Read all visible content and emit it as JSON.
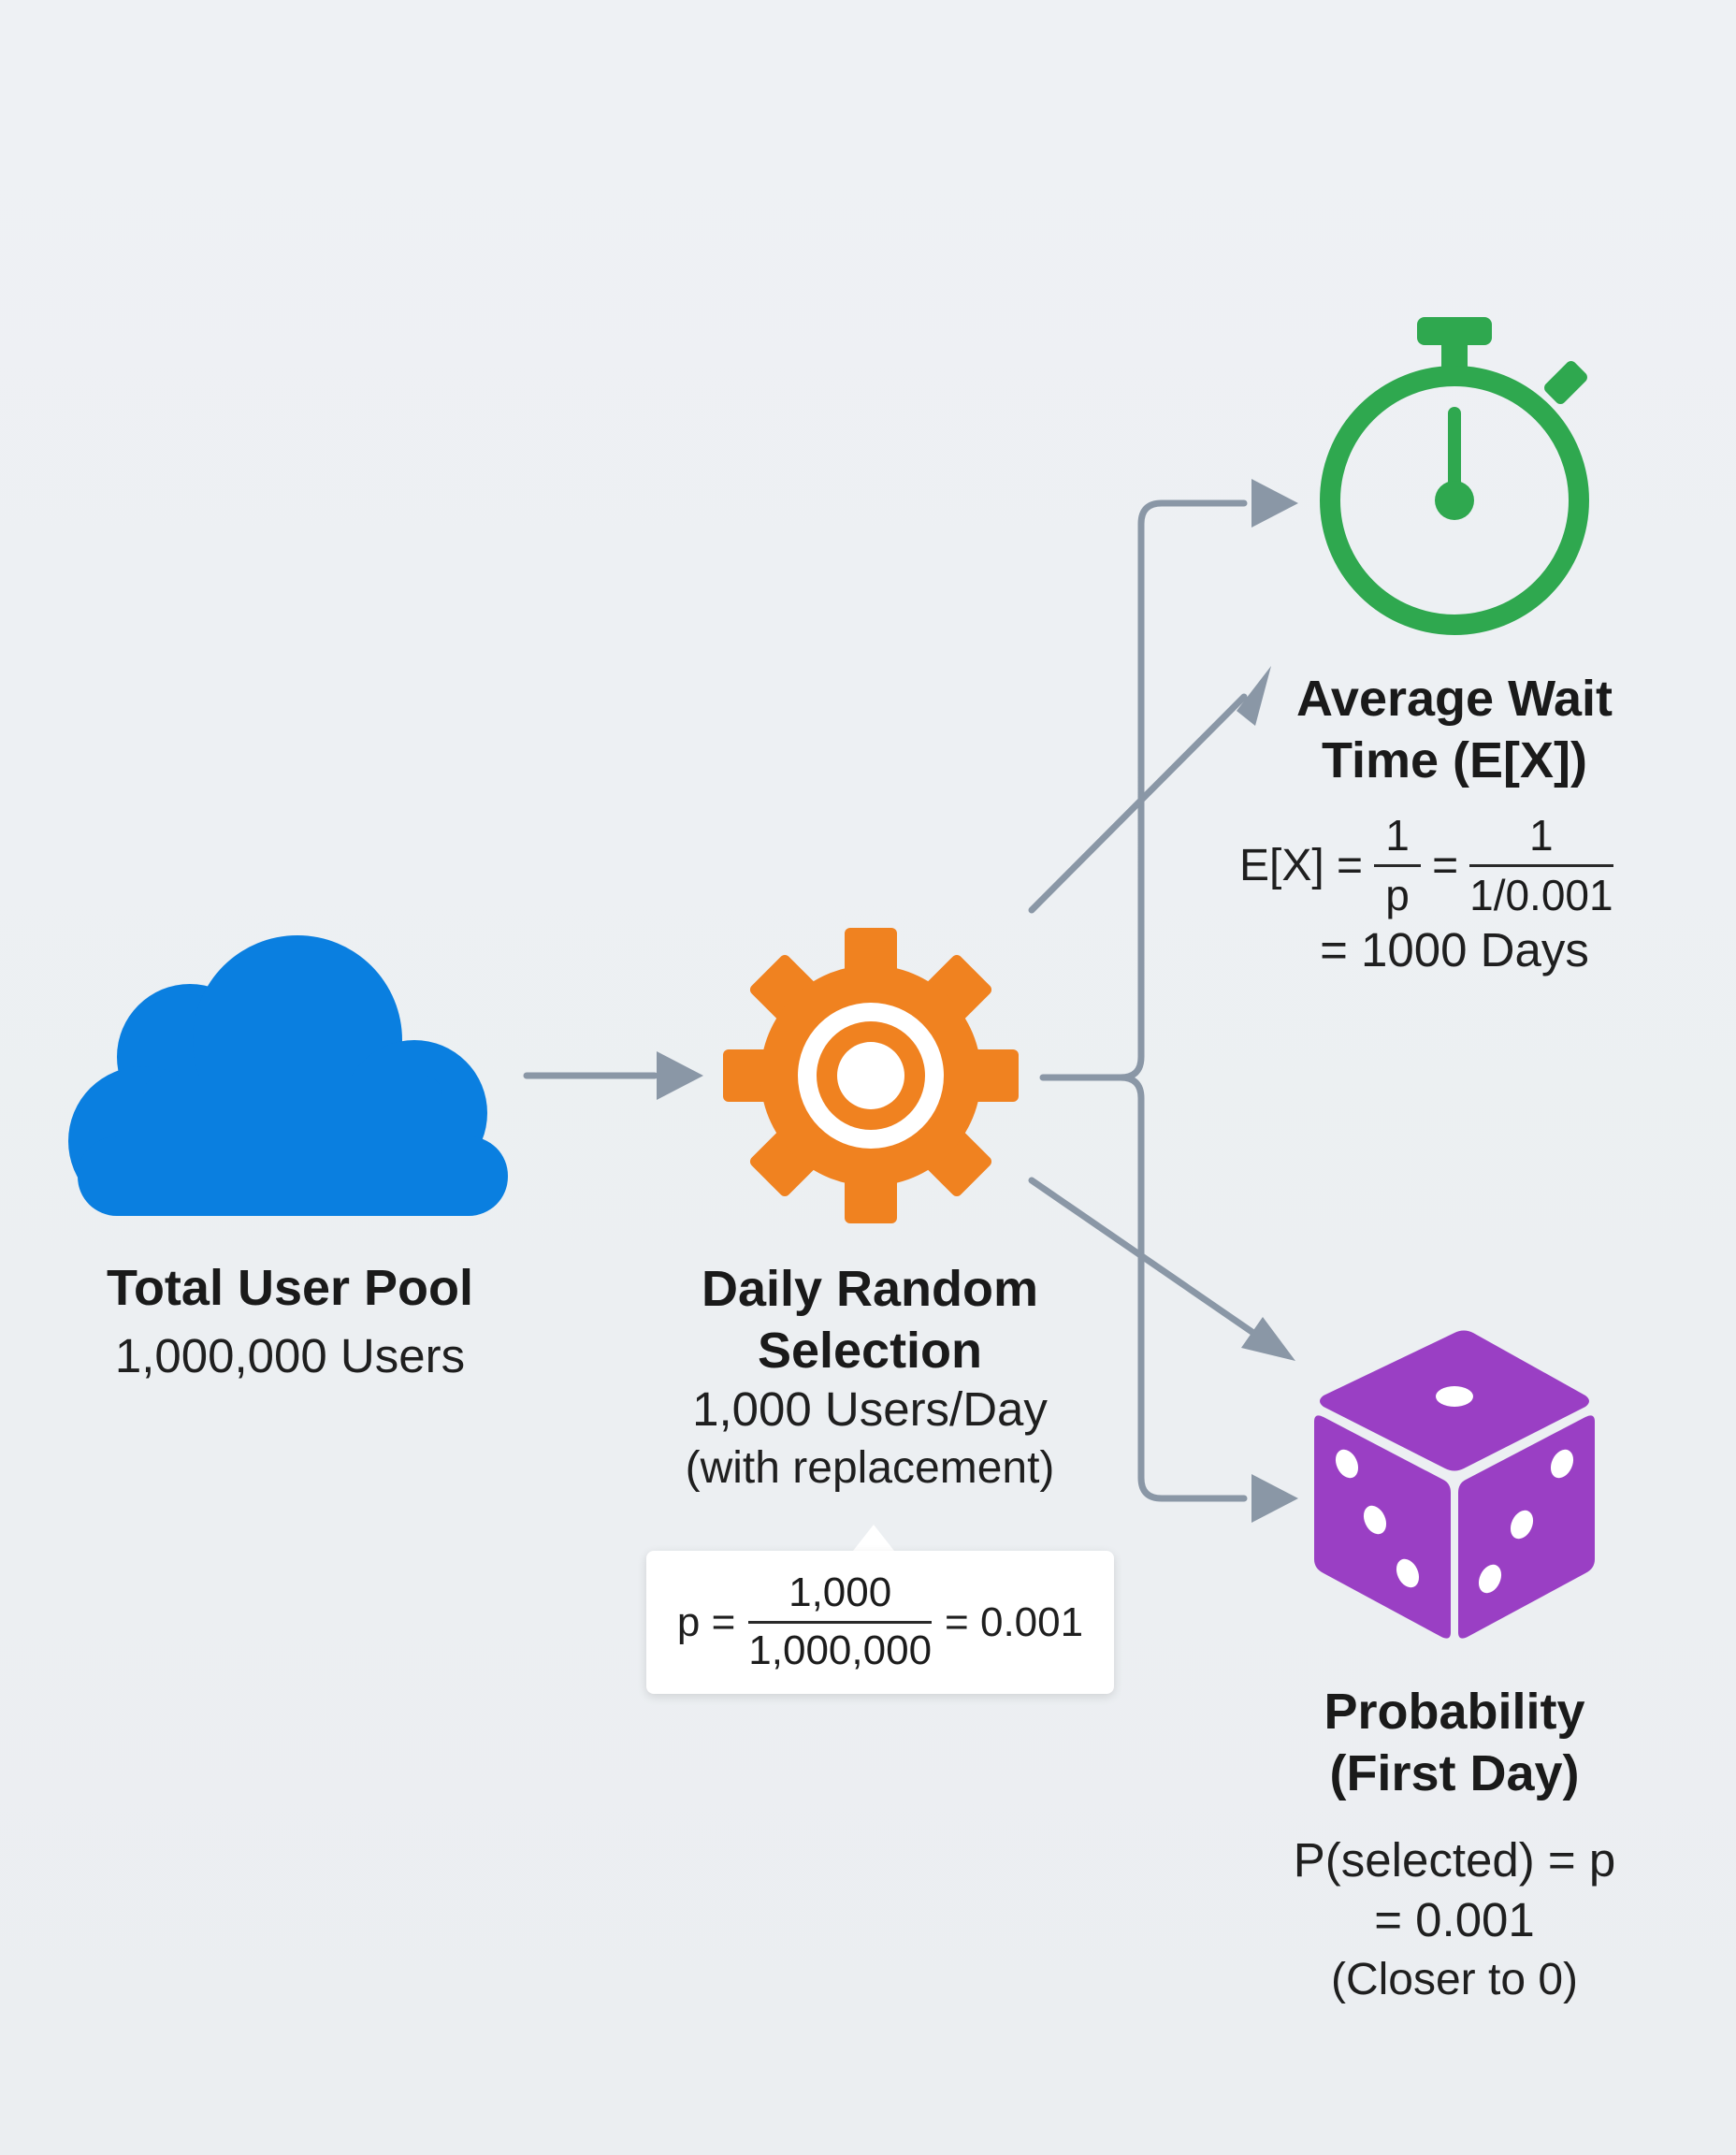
{
  "colors": {
    "background": "#eef1f4",
    "connector": "#8a97a6",
    "cloud": "#0a7fe0",
    "gear": "#f08220",
    "stopwatch": "#2fa84f",
    "dice": "#9a3fc4"
  },
  "icons": {
    "source": "cloud-icon",
    "process": "gear-icon",
    "wait": "stopwatch-icon",
    "probability": "dice-icon"
  },
  "user_pool": {
    "title": "Total User Pool",
    "subtitle": "1,000,000 Users"
  },
  "selection": {
    "title_line1": "Daily Random",
    "title_line2": "Selection",
    "rate": "1,000 Users/Day",
    "note": "(with replacement)",
    "formula": {
      "lhs": "p =",
      "numerator": "1,000",
      "denominator": "1,000,000",
      "result": "= 0.001"
    }
  },
  "wait_time": {
    "title_line1": "Average Wait",
    "title_line2": "Time (E[X])",
    "formula": {
      "lhs": "E[X] =",
      "frac1_num": "1",
      "frac1_den": "p",
      "equals": "=",
      "frac2_num": "1",
      "frac2_den": "1/0.001",
      "result": "= 1000 Days"
    }
  },
  "probability": {
    "title_line1": "Probability",
    "title_line2": "(First Day)",
    "line1": "P(selected) = p",
    "line2": "= 0.001",
    "line3": "(Closer to 0)"
  }
}
